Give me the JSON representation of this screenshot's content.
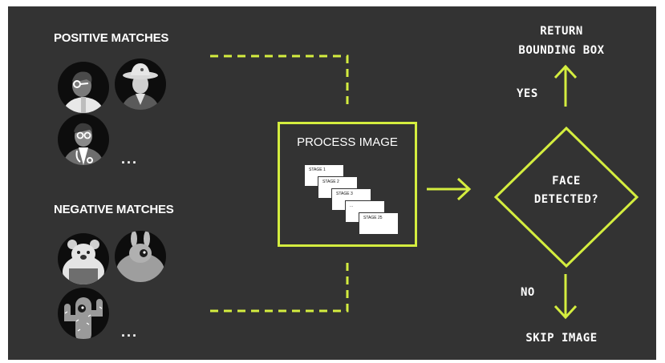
{
  "positive_title": "POSITIVE MATCHES",
  "negative_title": "NEGATIVE MATCHES",
  "positive_ellipsis": "...",
  "negative_ellipsis": "...",
  "process_title": "PROCESS IMAGE",
  "stages": [
    "STAGE 1",
    "STAGE 2",
    "STAGE 3",
    "...",
    "STAGE 25"
  ],
  "decision": {
    "line1": "FACE",
    "line2": "DETECTED?"
  },
  "yes_label": "YES",
  "no_label": "NO",
  "return_line1": "RETURN",
  "return_line2": "BOUNDING BOX",
  "skip_label": "SKIP IMAGE",
  "colors": {
    "background": "#333333",
    "accent": "#d4ed3f",
    "text": "#ffffff"
  },
  "icons": {
    "positive": [
      "person-with-glasses-icon",
      "cowboy-icon",
      "doctor-with-stethoscope-icon"
    ],
    "negative": [
      "bear-icon",
      "rabbit-icon",
      "cactus-icon"
    ]
  }
}
